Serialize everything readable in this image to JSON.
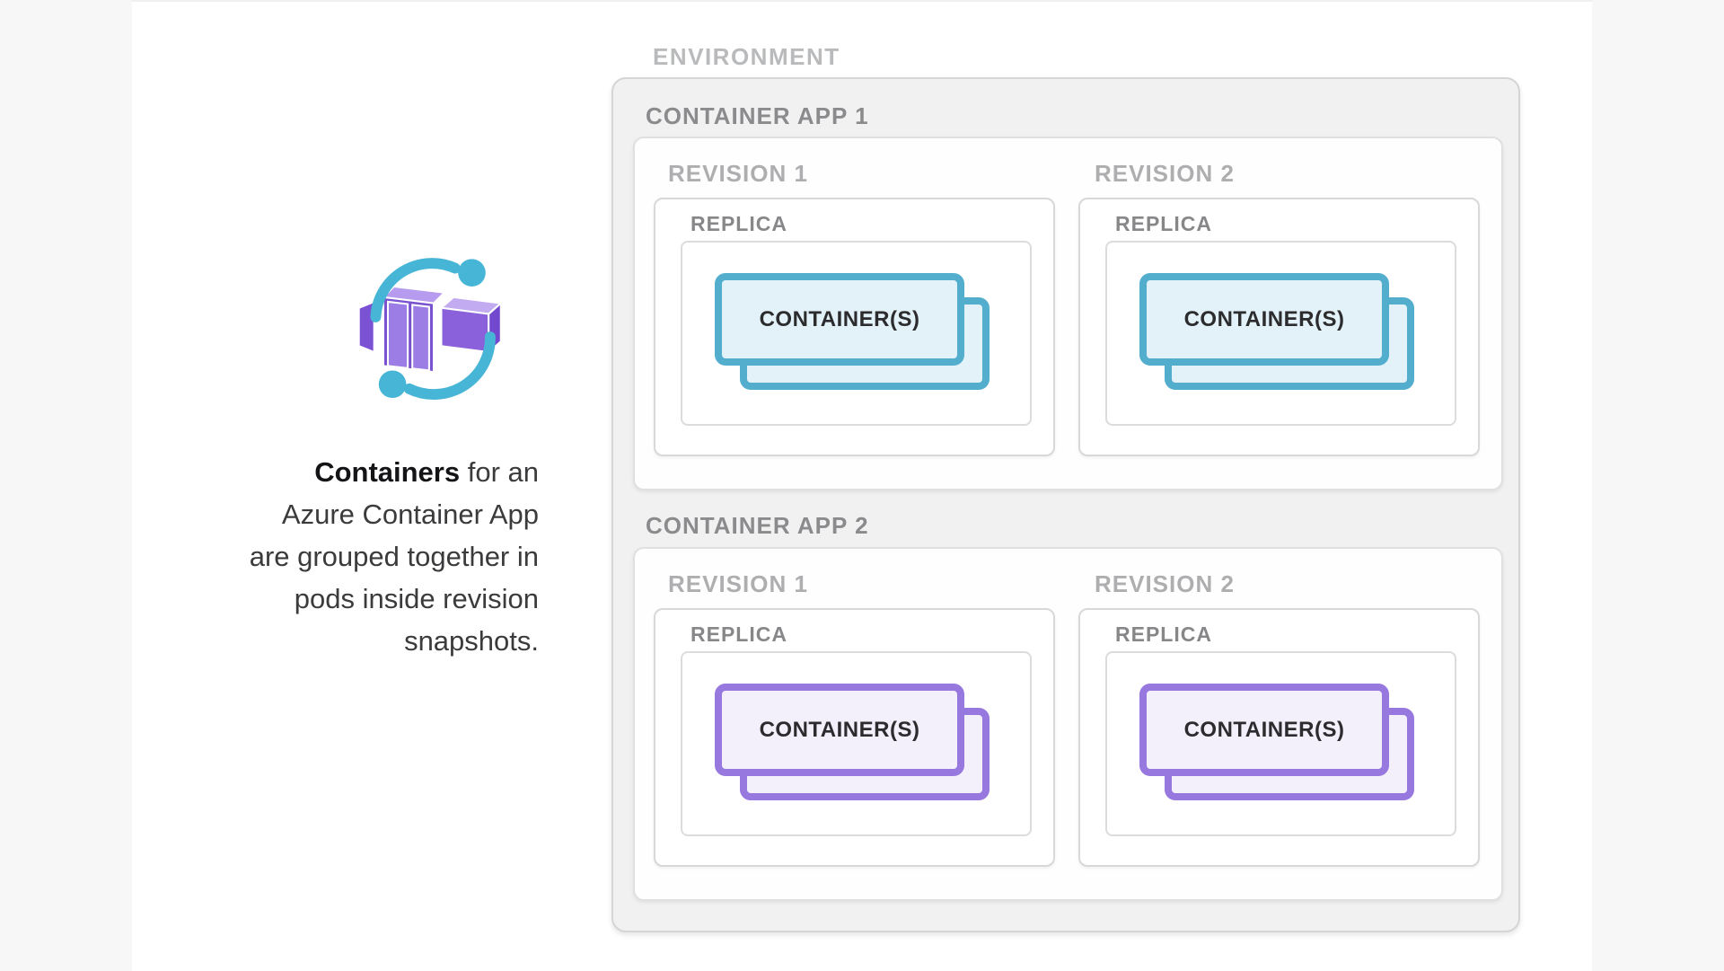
{
  "colors": {
    "outer_background": "#f7f7f8",
    "canvas_background": "#ffffff",
    "environment_fill": "#f1f1f2",
    "environment_border": "#d5d5d6",
    "inner_box_fill": "#ffffff",
    "inner_box_border": "#d8d8d9",
    "teal_accent": "#53AECD",
    "teal_card_fill": "#E2F2F8",
    "purple_accent": "#9678DF",
    "purple_card_fill": "#F3EFFB",
    "icon_purple": "#8B62DD",
    "icon_teal": "#47B5D6"
  },
  "caption": {
    "lead_bold": "Containers",
    "lead_rest": " for an",
    "lines": [
      "Azure Container App",
      "are grouped together in",
      "pods inside revision",
      "snapshots."
    ]
  },
  "diagram": {
    "environment_label": "ENVIRONMENT",
    "apps": [
      {
        "label": "CONTAINER APP 1",
        "accent": "#53AECD",
        "card_fill": "#E2F2F8",
        "revisions": [
          {
            "label": "REVISION 1",
            "replica_label": "REPLICA",
            "container_label": "CONTAINER(S)"
          },
          {
            "label": "REVISION 2",
            "replica_label": "REPLICA",
            "container_label": "CONTAINER(S)"
          }
        ]
      },
      {
        "label": "CONTAINER APP 2",
        "accent": "#9678DF",
        "card_fill": "#F3EFFB",
        "revisions": [
          {
            "label": "REVISION 1",
            "replica_label": "REPLICA",
            "container_label": "CONTAINER(S)"
          },
          {
            "label": "REVISION 2",
            "replica_label": "REPLICA",
            "container_label": "CONTAINER(S)"
          }
        ]
      }
    ]
  }
}
